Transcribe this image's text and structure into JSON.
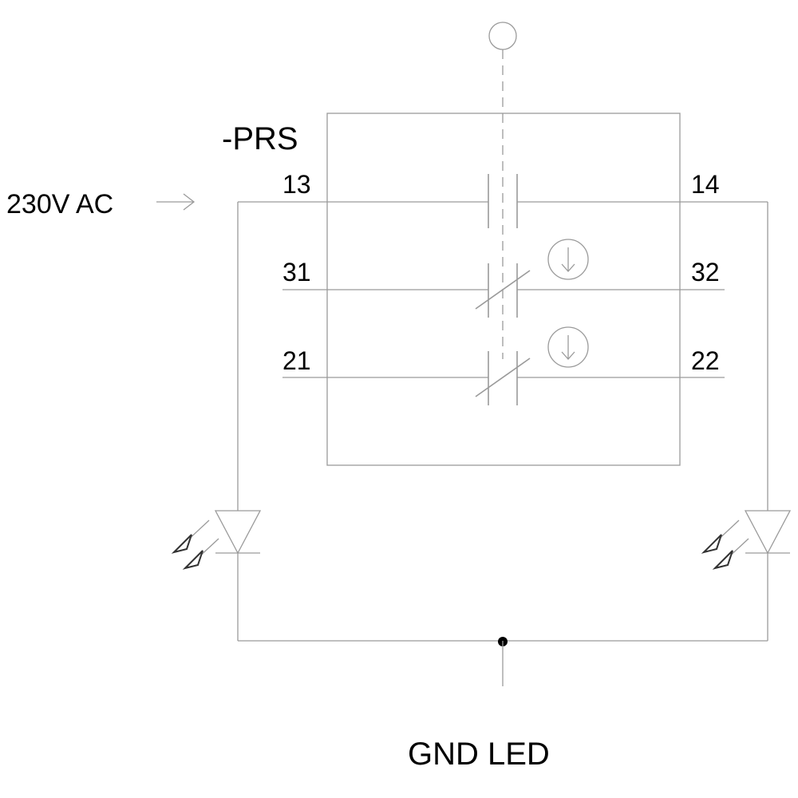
{
  "device": {
    "tag": "-PRS"
  },
  "supply": {
    "label": "230V AC"
  },
  "terminals": {
    "t13": "13",
    "t14": "14",
    "t31": "31",
    "t32": "32",
    "t21": "21",
    "t22": "22"
  },
  "ground": {
    "label": "GND LED"
  },
  "colors": {
    "wire": "#9a9a9a",
    "text": "#000000",
    "junction": "#000000"
  }
}
